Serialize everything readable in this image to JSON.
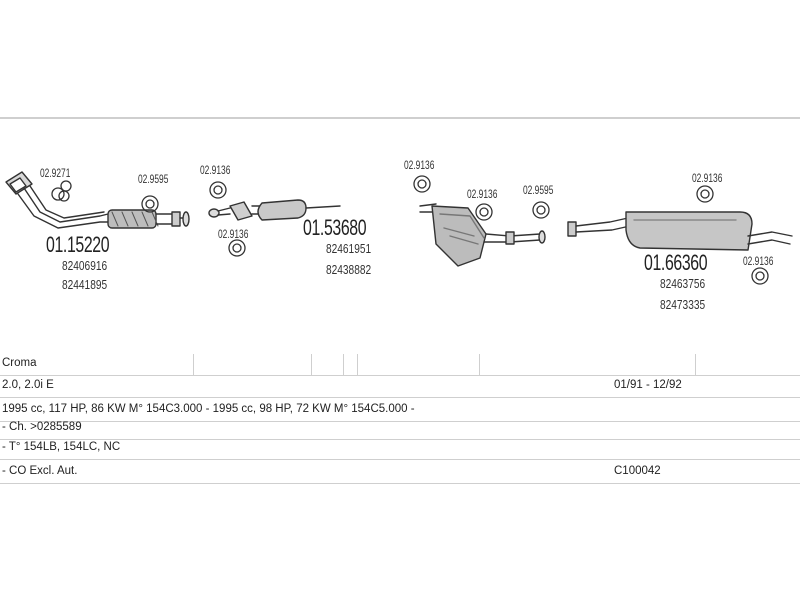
{
  "diagram": {
    "parts": [
      {
        "id": "p1",
        "part_no": "01.15220",
        "oem": [
          "82406916",
          "82441895"
        ]
      },
      {
        "id": "p2",
        "part_no": "01.53680",
        "oem": [
          "82461951",
          "82438882"
        ]
      },
      {
        "id": "p3",
        "part_no": "01.66360",
        "oem": [
          "82463756",
          "82473335"
        ]
      }
    ],
    "accessories": [
      "02.9271",
      "02.9595",
      "02.9136",
      "02.9136",
      "02.9136",
      "02.9136",
      "02.9595",
      "02.9136",
      "02.9136"
    ]
  },
  "table": {
    "model": "Croma",
    "engine": "2.0, 2.0i E",
    "date_range": "01/91 - 12/92",
    "specs": "1995 cc, 117 HP, 86 KW M° 154C3.000 - 1995 cc, 98 HP, 72 KW M° 154C5.000 -",
    "chassis": "- Ch. >0285589",
    "type": "- T° 154LB, 154LC, NC",
    "note": "- CO Excl. Aut.",
    "code": "C100042"
  }
}
